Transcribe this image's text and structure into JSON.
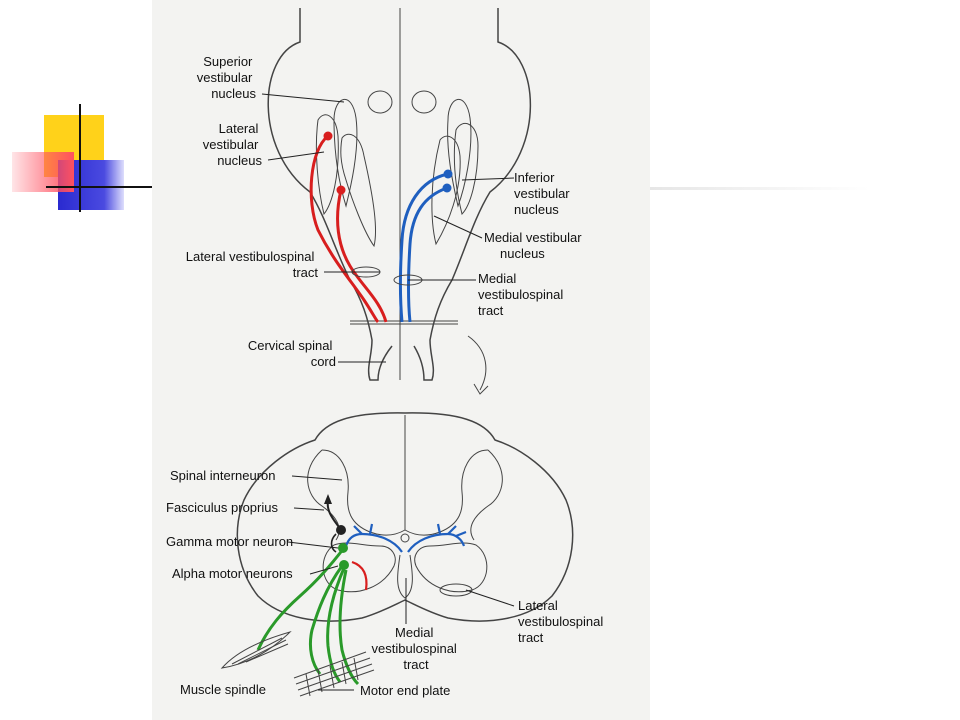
{
  "colors": {
    "vestibular_red": "#d81e1e",
    "vestibular_blue": "#1f5fbf",
    "motor_green": "#2a9a2a",
    "interneuron_black": "#222222",
    "deco_yellow": "#ffd21a",
    "deco_red": "#ff5060",
    "deco_blue": "#3030d0"
  },
  "labels": {
    "superior": [
      "Superior",
      "vestibular",
      "nucleus"
    ],
    "lateral": [
      "Lateral",
      "vestibular",
      "nucleus"
    ],
    "inferior": [
      "Inferior",
      "vestibular",
      "nucleus"
    ],
    "medial_nucleus": [
      "Medial vestibular",
      "nucleus"
    ],
    "lvst_top": [
      "Lateral vestibulospinal",
      "tract"
    ],
    "mvst_top": [
      "Medial",
      "vestibulospinal",
      "tract"
    ],
    "cervical": [
      "Cervical spinal",
      "cord"
    ],
    "spinal_interneuron": "Spinal interneuron",
    "fasciculus": "Fasciculus proprius",
    "gamma": "Gamma motor neuron",
    "alpha": "Alpha motor neurons",
    "lvst_bottom": [
      "Lateral",
      "vestibulospinal",
      "tract"
    ],
    "mvst_bottom": [
      "Medial",
      "vestibulospinal",
      "tract"
    ],
    "muscle_spindle": "Muscle spindle",
    "motor_end_plate": "Motor end plate"
  }
}
